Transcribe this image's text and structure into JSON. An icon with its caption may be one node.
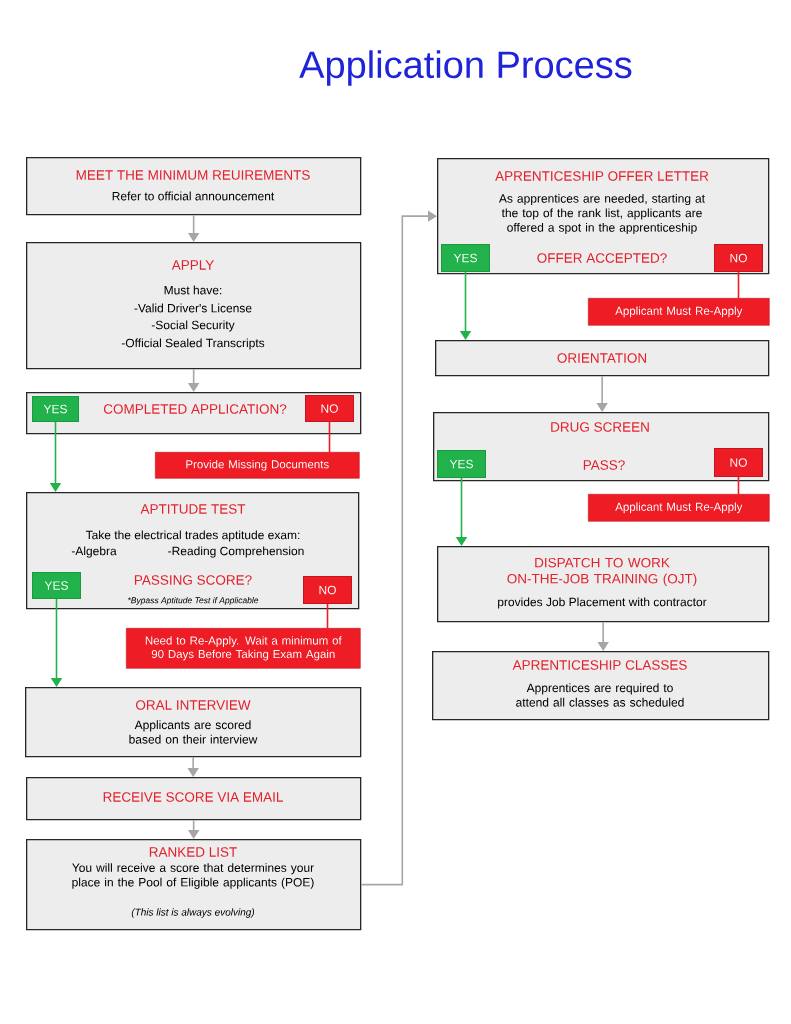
{
  "diagram": {
    "title": "Application Process",
    "nodes": [
      {
        "text": [
          "MEET THE MINIMUM REUIREMENTS",
          "Refer to official announcement"
        ]
      },
      {
        "text": [
          "APPLY",
          "Must have:",
          "-Valid Driver's License",
          "-Social Security",
          "-Official Sealed Transcripts"
        ]
      },
      {
        "text": [
          "COMPLETED APPLICATION?"
        ]
      },
      {
        "text": [
          "YES"
        ],
        "in": 2
      },
      {
        "text": [
          "NO"
        ],
        "in": 2
      },
      {
        "text": [
          "Provide Missing Documents"
        ]
      },
      {
        "text": [
          "APTITUDE TEST",
          "Take the electrical trades aptitude exam:",
          "-Algebra",
          "-Reading Comprehension",
          "PASSING SCORE?",
          "*Bypass Aptitude Test if Applicable"
        ]
      },
      {
        "text": [
          "YES"
        ],
        "in": 6
      },
      {
        "text": [
          "NO"
        ],
        "in": 6
      },
      {
        "text": [
          "Need to Re-Apply. Wait a minimum of 90 Days Before Taking Exam Again"
        ]
      },
      {
        "text": [
          "ORAL INTERVIEW",
          "Applicants are scored based on their interview"
        ]
      },
      {
        "text": [
          "RECEIVE SCORE VIA EMAIL"
        ]
      },
      {
        "text": [
          "RANKED LIST",
          "You will receive a score that determines your place in the Pool of Eligible applicants (POE)",
          "(This list is always evolving)"
        ]
      },
      {
        "text": [
          "APRENTICESHIP OFFER LETTER",
          "As apprentices are needed, starting at the top of the rank list, applicants are offered a spot in the apprenticeship",
          "OFFER ACCEPTED?"
        ]
      },
      {
        "text": [
          "YES"
        ],
        "in": 13
      },
      {
        "text": [
          "NO"
        ],
        "in": 13
      },
      {
        "text": [
          "Applicant Must Re-Apply"
        ]
      },
      {
        "text": [
          "ORIENTATION"
        ]
      },
      {
        "text": [
          "DRUG SCREEN",
          "PASS?"
        ]
      },
      {
        "text": [
          "YES"
        ],
        "in": 18
      },
      {
        "text": [
          "NO"
        ],
        "in": 18
      },
      {
        "text": [
          "Applicant Must Re-Apply"
        ]
      },
      {
        "text": [
          "DISPATCH TO WORK ON-THE-JOB TRAINING (OJT)",
          "provides Job Placement with contractor"
        ]
      },
      {
        "text": [
          "APRENTICESHIP CLASSES",
          "Apprentices are required to attend all classes as scheduled"
        ]
      }
    ],
    "edges": [
      {
        "from": 0,
        "to": 1,
        "arrow": "to"
      },
      {
        "from": 1,
        "to": 2,
        "arrow": "to"
      },
      {
        "from": 3,
        "to": 6,
        "arrow": "to",
        "color": "#22b24c"
      },
      {
        "from": 4,
        "to": 5,
        "arrow": "none",
        "color": "#ee1c25"
      },
      {
        "from": 7,
        "to": 10,
        "arrow": "to",
        "color": "#22b24c"
      },
      {
        "from": 8,
        "to": 9,
        "arrow": "none",
        "color": "#ee1c25"
      },
      {
        "from": 10,
        "to": 11,
        "arrow": "to"
      },
      {
        "from": 11,
        "to": 12,
        "arrow": "to"
      },
      {
        "from": 12,
        "to": 13,
        "arrow": "to"
      },
      {
        "from": 14,
        "to": 17,
        "arrow": "to",
        "color": "#22b24c"
      },
      {
        "from": 15,
        "to": 16,
        "arrow": "none",
        "color": "#ee1c25"
      },
      {
        "from": 17,
        "to": 18,
        "arrow": "to"
      },
      {
        "from": 19,
        "to": 22,
        "arrow": "to",
        "color": "#22b24c"
      },
      {
        "from": 20,
        "to": 21,
        "arrow": "none",
        "color": "#ee1c25"
      },
      {
        "from": 22,
        "to": 23,
        "arrow": "to"
      }
    ]
  }
}
